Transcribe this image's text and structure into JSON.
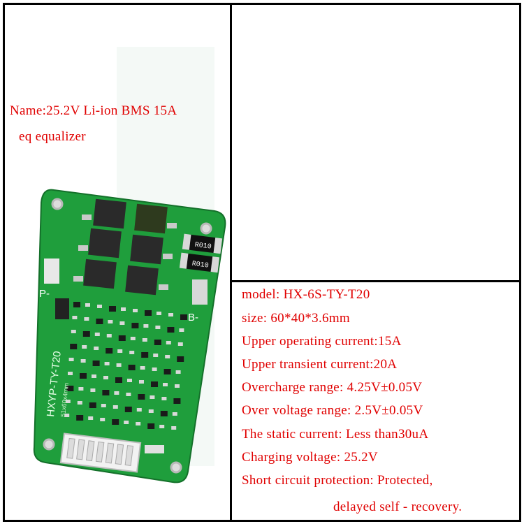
{
  "product": {
    "name_line_1": "Name:25.2V Li-ion BMS 15A",
    "name_line_2": "eq equalizer"
  },
  "board": {
    "silkscreen_model": "HXYP-TY-T20",
    "silkscreen_size": "51x60x4mm",
    "label_p": "P-",
    "label_b": "B-",
    "resistor_label": "R010",
    "board_color": "#1f9e3c",
    "pcb_dark": "#178030"
  },
  "specs": [
    "model: HX-6S-TY-T20",
    "size:  60*40*3.6mm",
    "Upper operating current:15A",
    "Upper transient current:20A",
    "Overcharge range: 4.25V±0.05V",
    "Over voltage range: 2.5V±0.05V",
    "The static current: Less than30uA",
    "Charging voltage: 25.2V",
    "Short circuit protection: Protected,",
    "delayed self - recovery."
  ],
  "colors": {
    "text_red": "#e00000",
    "border": "#000000"
  }
}
